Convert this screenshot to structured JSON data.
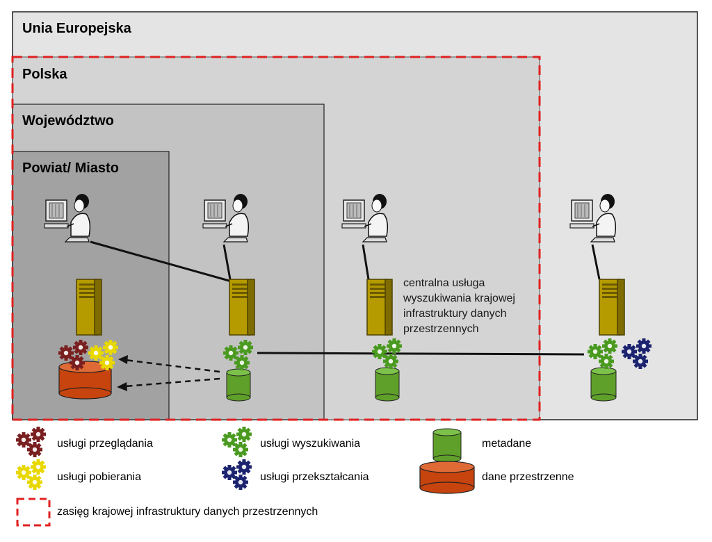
{
  "levels": {
    "eu": "Unia Europejska",
    "poland": "Polska",
    "voivodeship": "Województwo",
    "county": "Powiat/ Miasto"
  },
  "note": {
    "lines": [
      "centralna usługa",
      "wyszukiwania krajowej",
      "infrastruktury danych",
      "przestrzennych"
    ]
  },
  "legend": {
    "view_services": "usługi przeglądania",
    "download_services": "usługi pobierania",
    "discovery_services": "usługi wyszukiwania",
    "transformation_services": "usługi przekształcania",
    "metadata": "metadane",
    "spatial_data": "dane przestrzenne",
    "scope": "zasięg krajowej infrastruktury danych przestrzennych"
  },
  "colors": {
    "view_gear": "#7a1f1f",
    "download_gear": "#e8d800",
    "discovery_gear": "#4a9a20",
    "transform_gear": "#1c2470",
    "metadata_cyl": "#5fa02a",
    "data_cyl": "#c8440e",
    "server": "#b59a00",
    "scope_border": "#e02020"
  }
}
